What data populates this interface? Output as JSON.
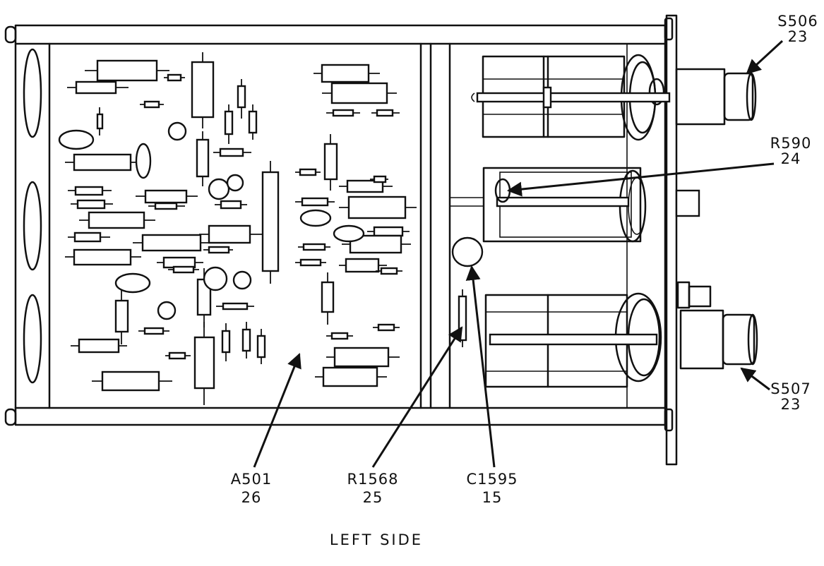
{
  "callouts": [
    {
      "id": "s506",
      "ref": "S506",
      "item": "23"
    },
    {
      "id": "r590",
      "ref": "R590",
      "item": "24"
    },
    {
      "id": "s507",
      "ref": "S507",
      "item": "23"
    },
    {
      "id": "a501",
      "ref": "A501",
      "item": "26"
    },
    {
      "id": "r1568",
      "ref": "R1568",
      "item": "25"
    },
    {
      "id": "c1595",
      "ref": "C1595",
      "item": "15"
    }
  ],
  "caption": "LEFT SIDE",
  "colors": {
    "ink": "#111111",
    "paper": "#ffffff"
  }
}
